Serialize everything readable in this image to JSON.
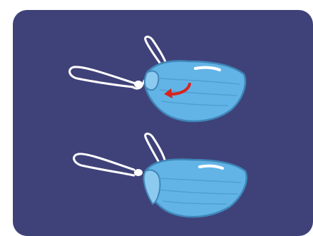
{
  "illustration": {
    "subject": "surgical-face-mask",
    "panels": [
      {
        "name": "mask-with-knotted-ear-loop",
        "annotation_icon": "curved-arrow-icon"
      },
      {
        "name": "mask-adjusted"
      }
    ]
  },
  "colors": {
    "panel_background": "#3f4279",
    "mask_fill": "#62b4e6",
    "mask_light": "#8dcaf0",
    "mask_outline": "#3f86b8",
    "mask_pleat": "#4f9fd4",
    "ear_loop": "#ffffff",
    "knot": "#ffffff",
    "arrow": "#d8231f"
  }
}
